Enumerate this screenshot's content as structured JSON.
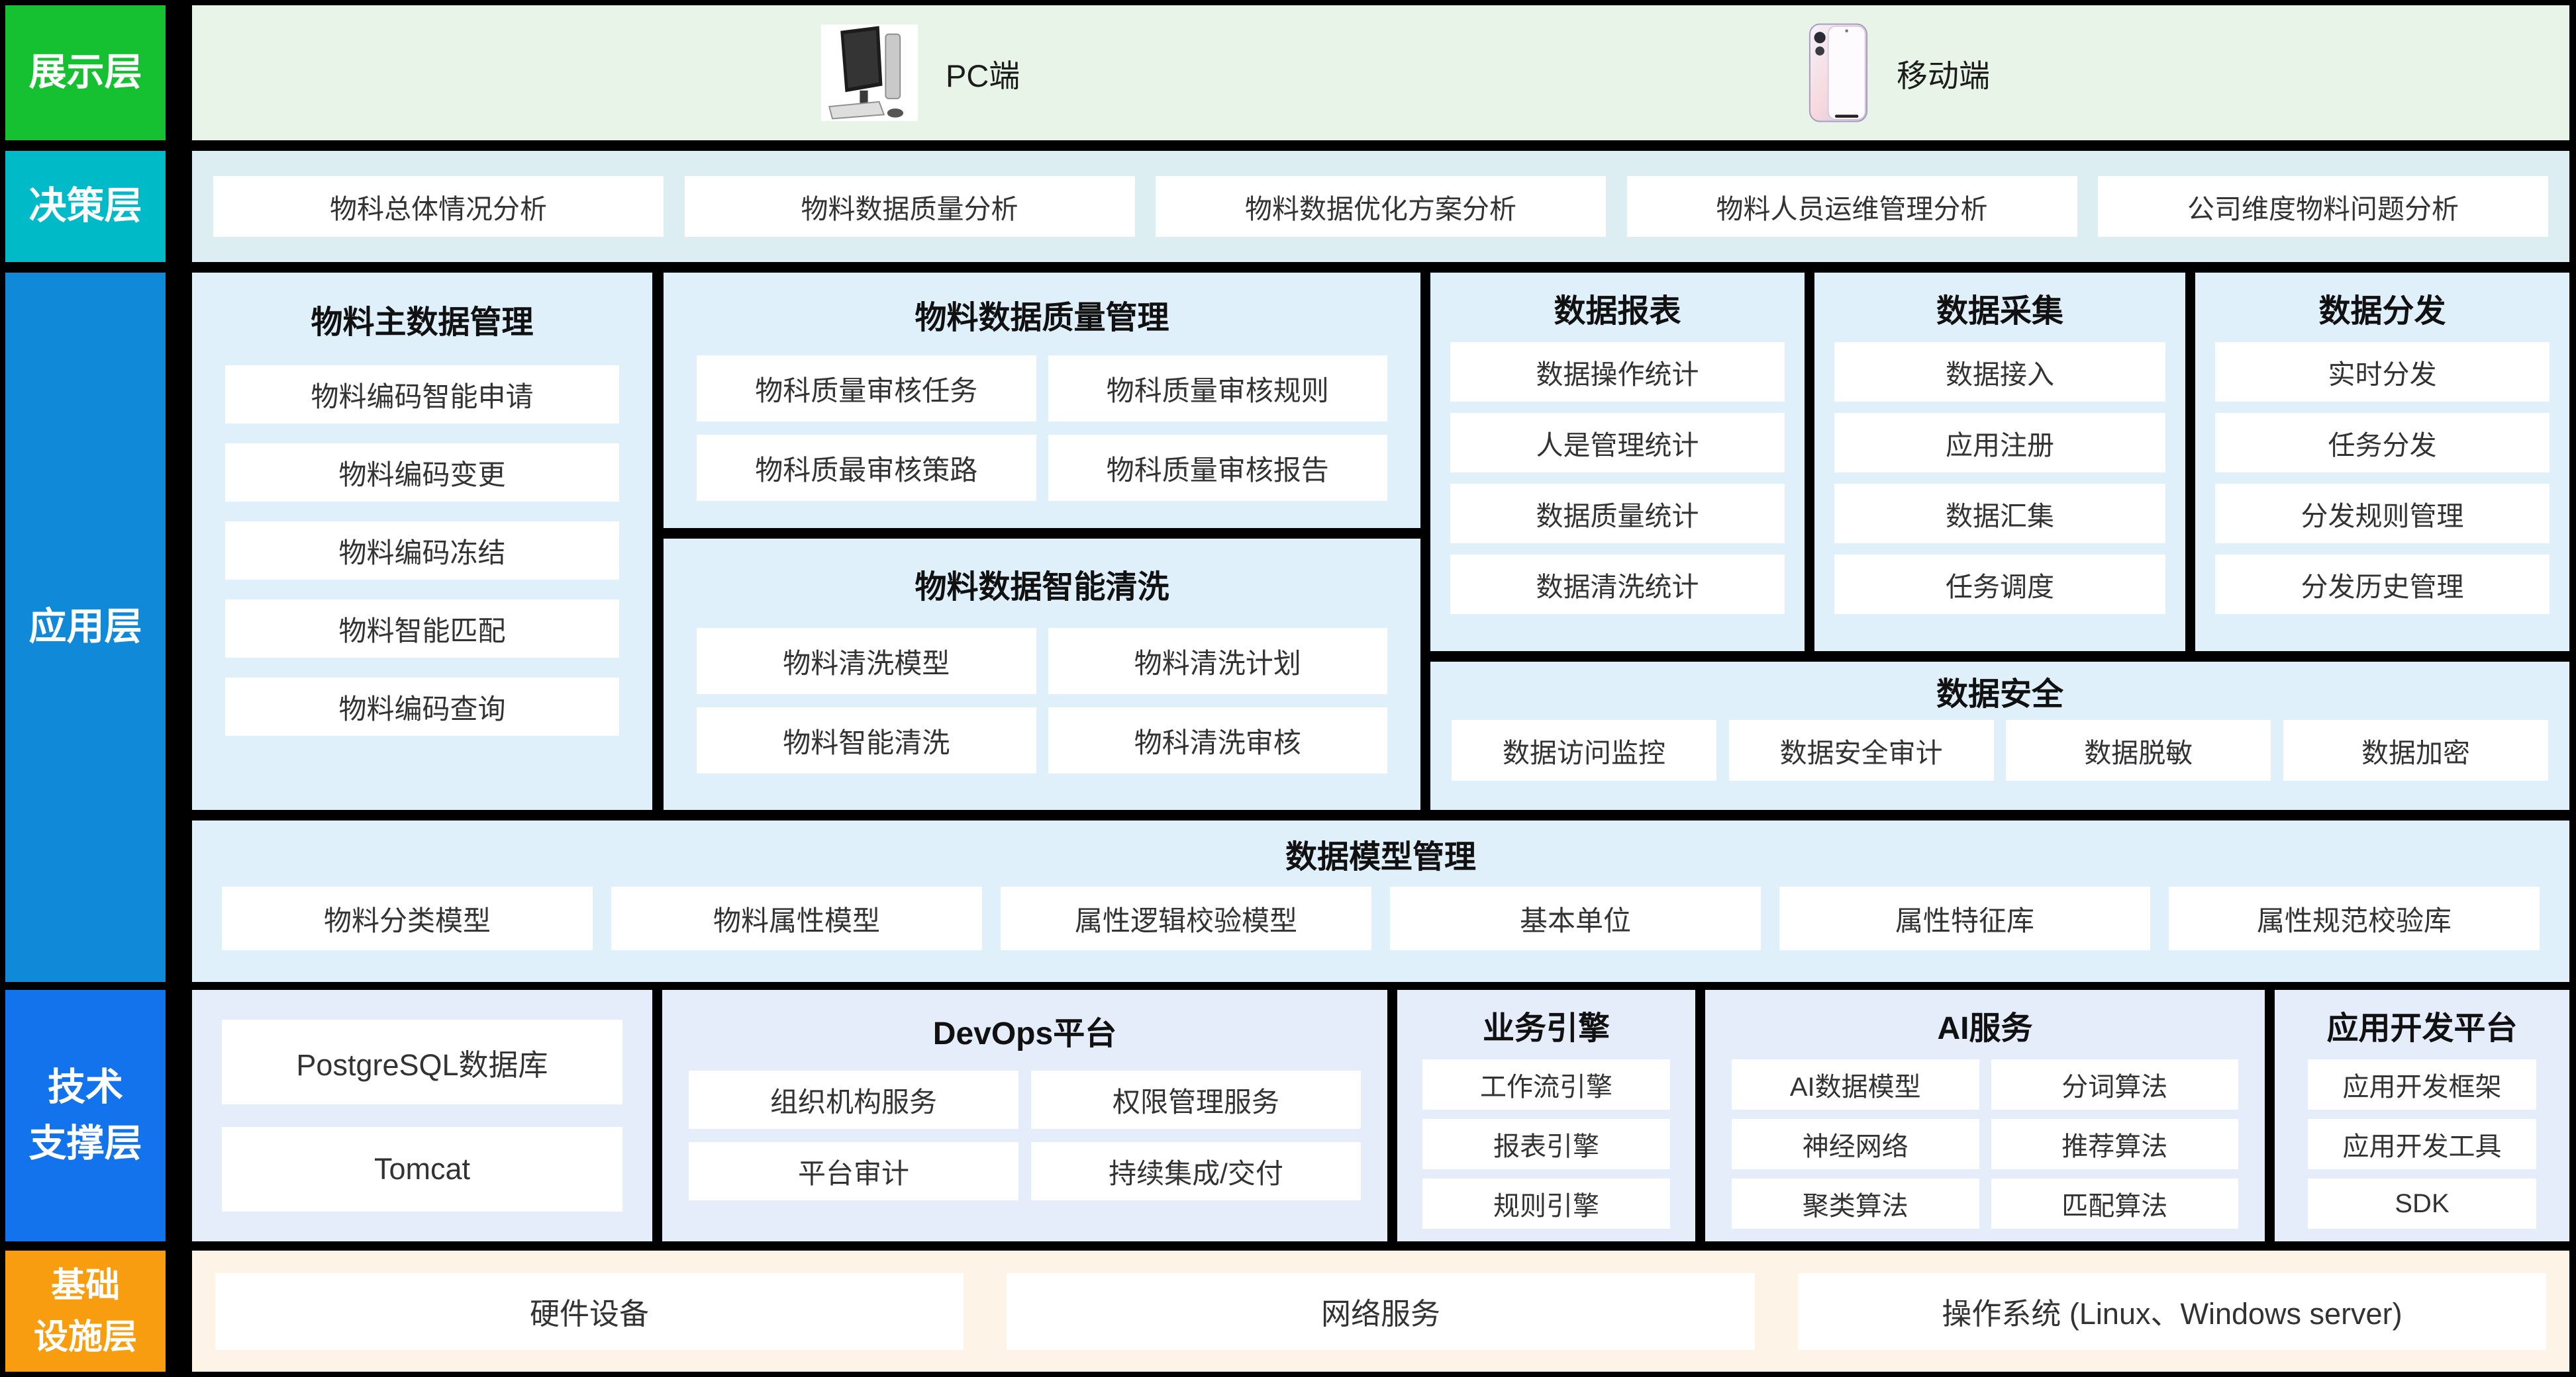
{
  "colors": {
    "presentation": "#15c130",
    "decision": "#00bac7",
    "application": "#1089d8",
    "technical": "#1273ec",
    "infrastructure": "#f79d0f"
  },
  "sidebar": {
    "presentation": {
      "line1": "展示层",
      "line2": ""
    },
    "decision": {
      "line1": "决策层",
      "line2": ""
    },
    "application": {
      "line1": "应用层",
      "line2": ""
    },
    "technical": {
      "line1": "技术",
      "line2": "支撑层"
    },
    "infrastructure": {
      "line1": "基础",
      "line2": "设施层"
    }
  },
  "presentation_row": {
    "pc_label": "PC端",
    "mobile_label": "移动端",
    "pc_icon": "desktop-computer-icon",
    "mobile_icon": "smartphone-icon"
  },
  "decision_row": {
    "items": [
      "物科总体情况分析",
      "物料数据质量分析",
      "物料数据优化方案分析",
      "物料人员运维管理分析",
      "公司维度物料问题分析"
    ]
  },
  "application_layer": {
    "master_data": {
      "title": "物料主数据管理",
      "items": [
        "物料编码智能申请",
        "物料编码变更",
        "物料编码冻结",
        "物料智能匹配",
        "物料编码查询"
      ]
    },
    "quality": {
      "title": "物料数据质量管理",
      "items": [
        "物科质量审核任务",
        "物科质量审核规则",
        "物科质最审核策路",
        "物科质量审核报告"
      ]
    },
    "cleaning": {
      "title": "物料数据智能清洗",
      "items": [
        "物料清洗模型",
        "物料清洗计划",
        "物料智能清洗",
        "物科清洗审核"
      ]
    },
    "reports": {
      "title": "数据报表",
      "items": [
        "数据操作统计",
        "人是管理统计",
        "数据质量统计",
        "数据清洗统计"
      ]
    },
    "collection": {
      "title": "数据采集",
      "items": [
        "数据接入",
        "应用注册",
        "数据汇集",
        "任务调度"
      ]
    },
    "distribution": {
      "title": "数据分发",
      "items": [
        "实时分发",
        "任务分发",
        "分发规则管理",
        "分发历史管理"
      ]
    },
    "security": {
      "title": "数据安全",
      "items": [
        "数据访问监控",
        "数据安全审计",
        "数据脱敏",
        "数据加密"
      ]
    },
    "model": {
      "title": "数据模型管理",
      "items": [
        "物料分类模型",
        "物料属性模型",
        "属性逻辑校验模型",
        "基本单位",
        "属性特征库",
        "属性规范校验库"
      ]
    }
  },
  "technical_layer": {
    "middleware": {
      "items": [
        "PostgreSQL数据库",
        "Tomcat"
      ]
    },
    "devops": {
      "title": "DevOps平台",
      "items": [
        "组织机构服务",
        "权限管理服务",
        "平台审计",
        "持续集成/交付"
      ]
    },
    "engine": {
      "title": "业务引擎",
      "items": [
        "工作流引擎",
        "报表引擎",
        "规则引擎"
      ]
    },
    "ai": {
      "title": "AI服务",
      "items": [
        "AI数据模型",
        "分词算法",
        "神经网络",
        "推荐算法",
        "聚类算法",
        "匹配算法"
      ]
    },
    "appdev": {
      "title": "应用开发平台",
      "items": [
        "应用开发框架",
        "应用开发工具",
        "SDK"
      ]
    }
  },
  "infrastructure_row": {
    "items": [
      "硬件设备",
      "网络服务",
      "操作系统 (Linux、Windows server)"
    ]
  }
}
